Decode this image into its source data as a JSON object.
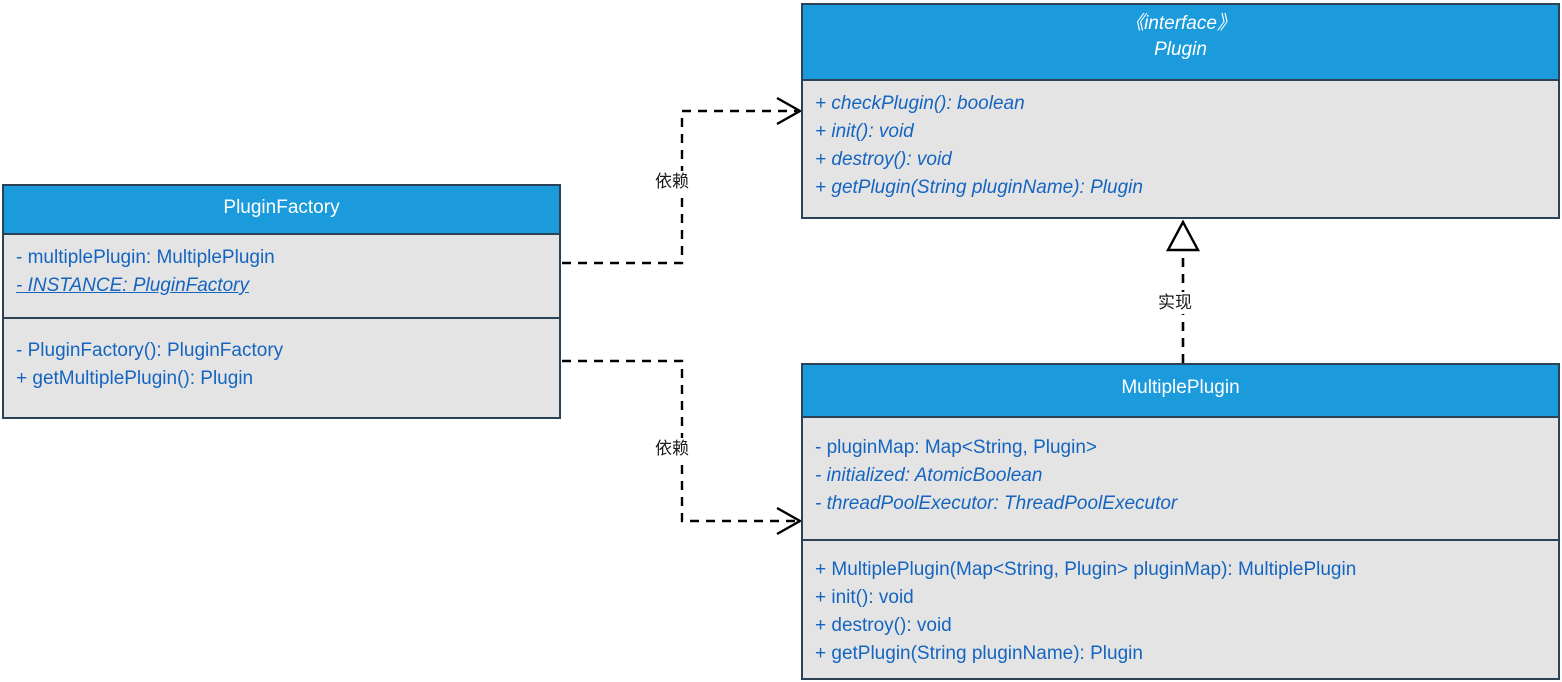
{
  "diagram": {
    "title": "Plugin UML class diagram",
    "colors": {
      "header_blue": "#1b9bdb",
      "body_gray": "#e4e4e4",
      "border": "#2b4257",
      "member_text": "#1565c0",
      "label_text": "#1a1a1a",
      "canvas": "#ffffff"
    }
  },
  "classes": {
    "plugin": {
      "stereotype": "《interface》",
      "name": "Plugin",
      "attributes": [],
      "operations": [
        "+ checkPlugin(): boolean",
        "+ init(): void",
        "+ destroy(): void",
        "+ getPlugin(String pluginName): Plugin"
      ]
    },
    "plugin_factory": {
      "name": "PluginFactory",
      "attributes": [
        "- multiplePlugin: MultiplePlugin",
        "- INSTANCE: PluginFactory"
      ],
      "operations": [
        "- PluginFactory(): PluginFactory",
        "+ getMultiplePlugin(): Plugin"
      ]
    },
    "multiple_plugin": {
      "name": "MultiplePlugin",
      "attributes": [
        "- pluginMap: Map<String, Plugin>",
        "- initialized: AtomicBoolean",
        "- threadPoolExecutor: ThreadPoolExecutor"
      ],
      "operations": [
        "+ MultiplePlugin(Map<String, Plugin> pluginMap): MultiplePlugin",
        "+ init(): void",
        "+ destroy(): void",
        "+ getPlugin(String pluginName): Plugin"
      ]
    }
  },
  "relations": {
    "factory_to_plugin": {
      "label": "依赖",
      "kind": "dependency"
    },
    "factory_to_multiple": {
      "label": "依赖",
      "kind": "dependency"
    },
    "multiple_to_plugin": {
      "label": "实现",
      "kind": "realization"
    }
  }
}
